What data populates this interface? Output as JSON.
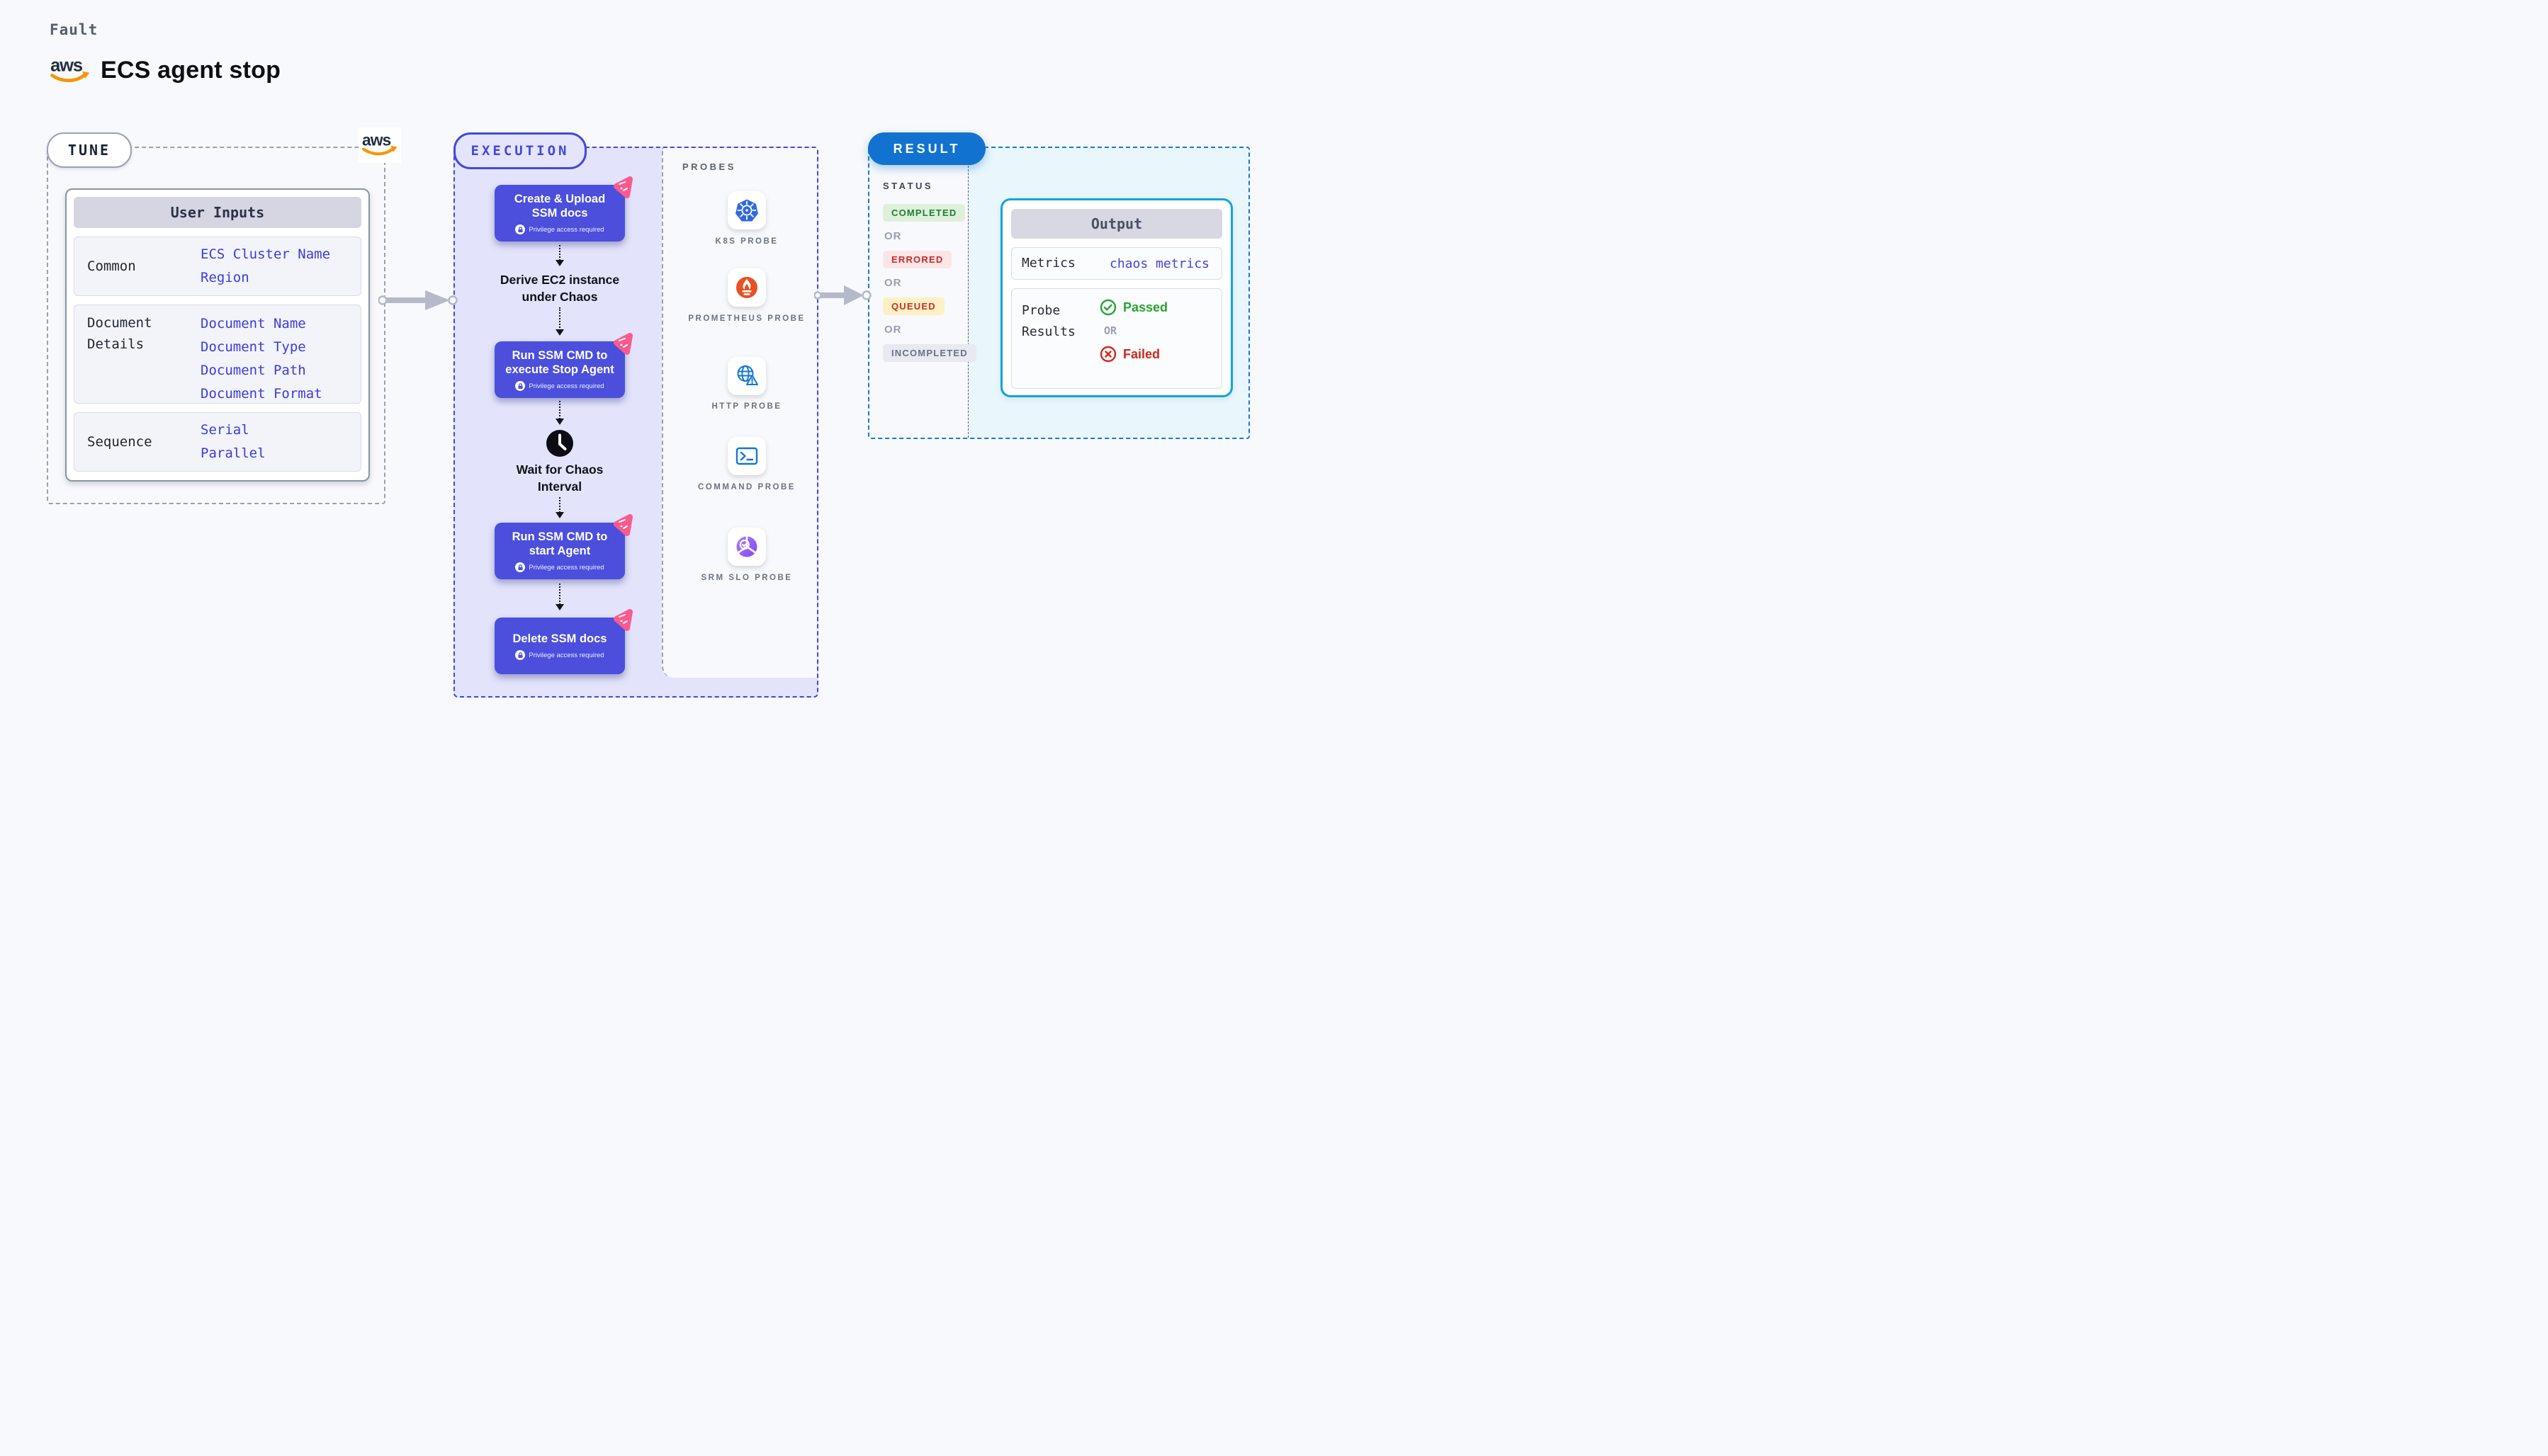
{
  "header": {
    "eyebrow": "Fault",
    "title": "ECS agent stop",
    "aws_wordmark": "aws"
  },
  "tune": {
    "label": "TUNE",
    "aws_wordmark": "aws",
    "user_inputs": {
      "title": "User Inputs",
      "rows": [
        {
          "label": "Common",
          "values": [
            "ECS Cluster Name",
            "Region"
          ]
        },
        {
          "label": "Document Details",
          "values": [
            "Document Name",
            "Document Type",
            "Document Path",
            "Document Format"
          ]
        },
        {
          "label": "Sequence",
          "values": [
            "Serial",
            "Parallel"
          ]
        }
      ]
    }
  },
  "execution": {
    "label": "EXECUTION",
    "steps": [
      {
        "type": "action",
        "title": "Create & Upload SSM docs",
        "badge": "Privilege access required",
        "icon": "litmus-pink-badge"
      },
      {
        "type": "note",
        "title": "Derive EC2 instance under Chaos"
      },
      {
        "type": "action",
        "title": "Run SSM CMD to execute Stop Agent",
        "badge": "Privilege access required",
        "icon": "litmus-pink-badge"
      },
      {
        "type": "wait",
        "title": "Wait for Chaos Interval",
        "icon": "clock-icon"
      },
      {
        "type": "action",
        "title": "Run SSM CMD to start Agent",
        "badge": "Privilege access required",
        "icon": "litmus-pink-badge"
      },
      {
        "type": "action",
        "title": "Delete SSM docs",
        "badge": "Privilege access required",
        "icon": "litmus-pink-badge"
      }
    ],
    "probes": {
      "label": "PROBES",
      "items": [
        {
          "label": "K8S PROBE",
          "icon": "kubernetes-icon"
        },
        {
          "label": "PROMETHEUS PROBE",
          "icon": "prometheus-icon"
        },
        {
          "label": "HTTP PROBE",
          "icon": "http-globe-icon"
        },
        {
          "label": "COMMAND PROBE",
          "icon": "terminal-icon"
        },
        {
          "label": "SRM SLO PROBE",
          "icon": "srm-slo-icon"
        }
      ]
    }
  },
  "result": {
    "label": "RESULT",
    "status": {
      "title": "STATUS",
      "separator": "OR",
      "badges": [
        {
          "label": "COMPLETED",
          "bg": "#dff0da",
          "color": "#1e7e34"
        },
        {
          "label": "ERRORED",
          "bg": "#fbe5e5",
          "color": "#c62b2b"
        },
        {
          "label": "QUEUED",
          "bg": "#fdf0c5",
          "color": "#c53028"
        },
        {
          "label": "INCOMPLETED",
          "bg": "#e8e9f1",
          "color": "#6a7186"
        }
      ]
    },
    "output": {
      "title": "Output",
      "metrics_label": "Metrics",
      "metrics_value": "chaos metrics",
      "probe_results_label": "Probe Results",
      "passed": "Passed",
      "separator": "OR",
      "failed": "Failed"
    }
  },
  "colors": {
    "page_bg": "#f8f9fc",
    "execution_accent": "#4348de",
    "step_box": "#4b4fdc",
    "litmus_pink": "#fa5a8e",
    "result_blue": "#1173cf",
    "output_border": "#13a3dd",
    "value_indigo": "#3a3ae2",
    "passed_green": "#27a330",
    "failed_red": "#d3251c",
    "aws_navy": "#232f3e",
    "aws_orange": "#f79400",
    "kubernetes_blue": "#3069de",
    "prometheus_orange": "#e75225"
  }
}
